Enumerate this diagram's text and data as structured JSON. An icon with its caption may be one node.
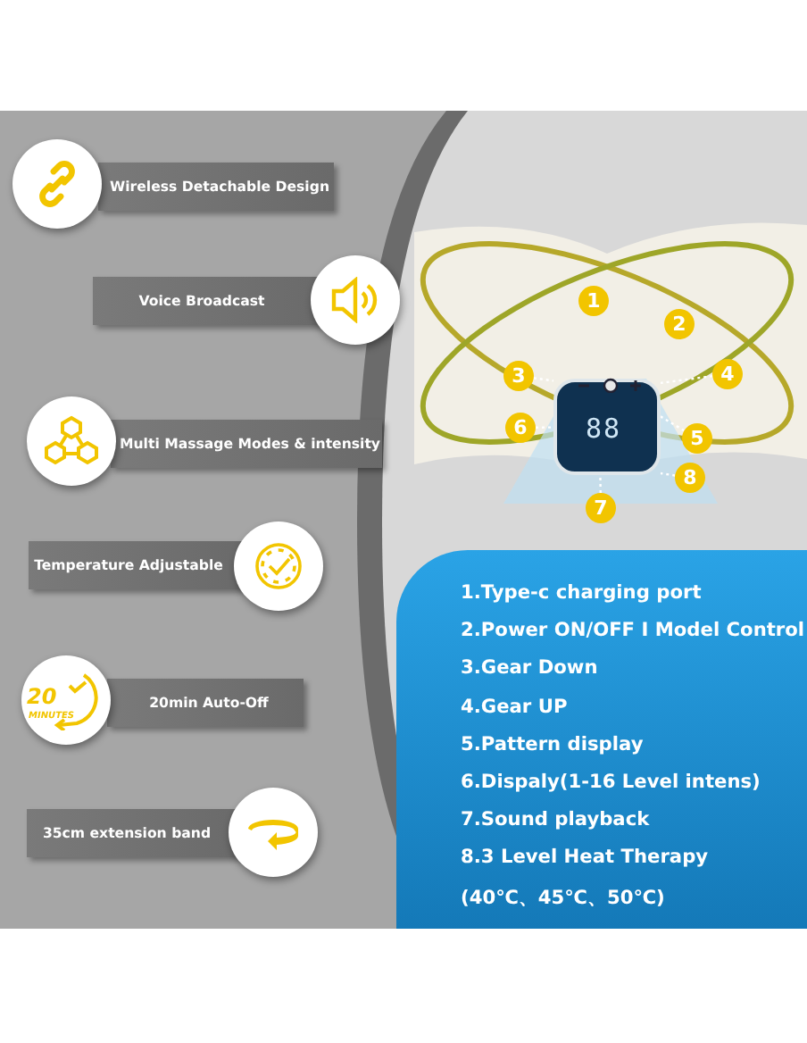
{
  "diagram": {
    "nodes": [
      {
        "text": [
          "Wireless Detachable Design"
        ]
      },
      {
        "text": [
          "Voice Broadcast"
        ]
      },
      {
        "text": [
          "Multi Massage Modes & intensity"
        ]
      },
      {
        "text": [
          "Temperature Adjustable"
        ]
      },
      {
        "text": [
          "20min Auto-Off"
        ]
      },
      {
        "text": [
          "35cm extension band"
        ]
      },
      {
        "text": [
          "1"
        ]
      },
      {
        "text": [
          "2"
        ]
      },
      {
        "text": [
          "3"
        ]
      },
      {
        "text": [
          "4"
        ]
      },
      {
        "text": [
          "6"
        ]
      },
      {
        "text": [
          "5"
        ]
      },
      {
        "text": [
          "7"
        ]
      },
      {
        "text": [
          "8"
        ]
      },
      {
        "text": [],
        "shape": "box"
      }
    ],
    "edges": [
      {
        "from": 8,
        "to": 14,
        "arrow": "none",
        "style": "dashed"
      },
      {
        "from": 9,
        "to": 14,
        "arrow": "none",
        "style": "dashed"
      },
      {
        "from": 10,
        "to": 14,
        "arrow": "none",
        "style": "dashed"
      },
      {
        "from": 11,
        "to": 14,
        "arrow": "none",
        "style": "dashed"
      },
      {
        "from": 12,
        "to": 14,
        "arrow": "none",
        "style": "dashed"
      },
      {
        "from": 13,
        "to": 14,
        "arrow": "none",
        "style": "dashed"
      }
    ],
    "labels": [
      "20",
      "MINUTES",
      "88",
      "1.Type-c charging port",
      "2.Power ON/OFF I Model Control",
      "3.Gear Down",
      "4.Gear UP",
      "5.Pattern display",
      "6.Dispaly(1-16 Level intens)",
      "7.Sound playback",
      "8.3 Level Heat Therapy",
      "(40℃、45℃、50℃)"
    ]
  }
}
